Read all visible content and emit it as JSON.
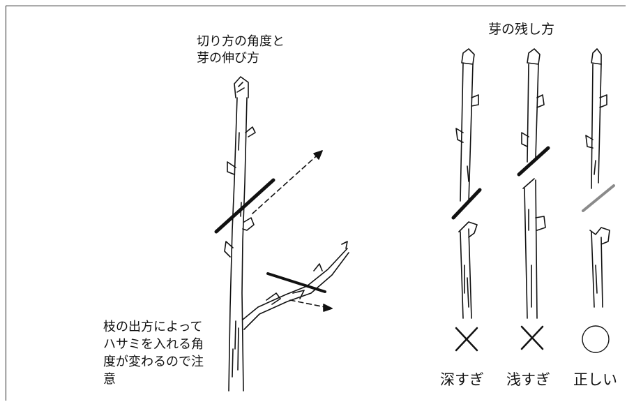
{
  "left_title": [
    "切り方の角度と",
    "芽の伸び方"
  ],
  "right_title": "芽の残し方",
  "note_lines": [
    "枝の出方によって",
    "ハサミを入れる角",
    "度が変わるので注",
    "意"
  ],
  "columns": [
    {
      "mark": "×",
      "label": "深すぎ"
    },
    {
      "mark": "×",
      "label": "浅すぎ"
    },
    {
      "mark": "○",
      "label": "正しい"
    }
  ],
  "colors": {
    "ink": "#111111",
    "correct_cut": "#8a8a8a"
  }
}
